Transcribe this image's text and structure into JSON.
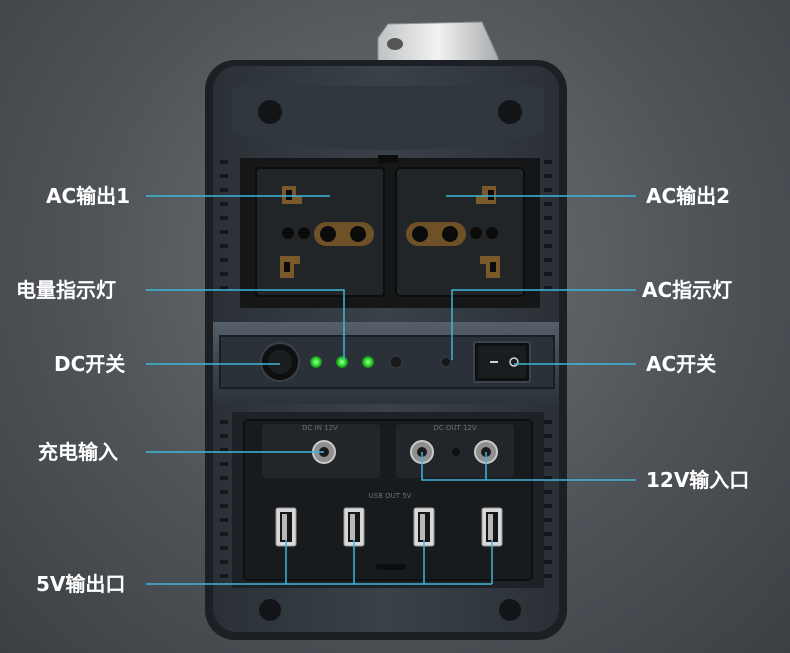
{
  "labels": {
    "ac_out_1": "AC输出1",
    "ac_out_2": "AC输出2",
    "battery_indicator": "电量指示灯",
    "ac_indicator": "AC指示灯",
    "dc_switch": "DC开关",
    "ac_switch": "AC开关",
    "charge_input": "充电输入",
    "input_12v": "12V输入口",
    "output_5v": "5V输出口"
  },
  "panel_text": {
    "dc_in_label": "DC IN 12V",
    "dc_out_label": "DC OUT 12V",
    "usb_out_label": "USB OUT 5V"
  },
  "colors": {
    "leader_line": "#3fb6d9",
    "led_green": "#35e83a",
    "body_frame": "#1c2024"
  }
}
